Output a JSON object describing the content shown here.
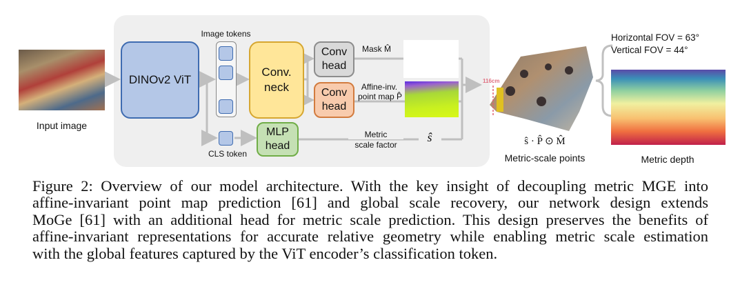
{
  "figure": {
    "input_label": "Input image",
    "encoder_label": "DINOv2 ViT",
    "image_tokens_label": "Image tokens",
    "cls_token_label": "CLS token",
    "neck_label": "Conv. neck",
    "mask_head_label": "Conv head",
    "point_head_label": "Conv head",
    "mlp_head_label": "MLP head",
    "mask_label": "Mask M̂",
    "point_map_label_1": "Affine-inv.",
    "point_map_label_2": "point map P̂",
    "scale_label_1": "Metric",
    "scale_label_2": "scale factor",
    "scale_symbol": "ŝ",
    "height_annotation": "116cm",
    "formula": "ŝ · P̂ ⊙ M̂",
    "points_label": "Metric-scale points",
    "hfov": "Horizontal FOV = 63°",
    "vfov": "Vertical FOV = 44°",
    "depth_label": "Metric depth"
  },
  "caption": {
    "lines": [
      "Figure 2: Overview of our model architecture. With the key insight of decoupling metric MGE into",
      "affine-invariant point map prediction [61] and global scale recovery, our network design extends",
      "MoGe [61] with an additional head for metric scale prediction. This design preserves the benefits of",
      "affine-invariant representations for accurate relative geometry while enabling metric scale estimation",
      "with the global features captured by the ViT encoder’s classification token."
    ]
  },
  "colors": {
    "encoder": "#b4c7e7",
    "neck": "#ffe699",
    "mask_head": "#d9d9d9",
    "point_head": "#f8cbad",
    "mlp_head": "#c5e0b4",
    "arrow": "#bfbfbf"
  }
}
